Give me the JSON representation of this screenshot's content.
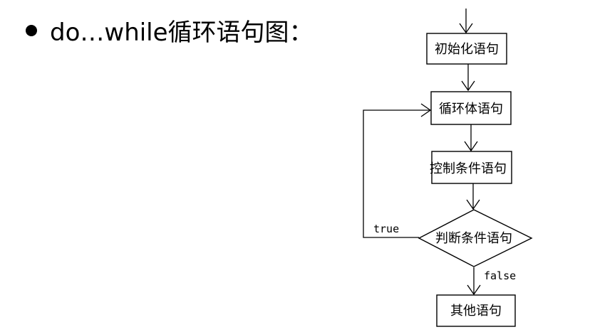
{
  "title": {
    "text": "do…while循环语句图："
  },
  "flowchart": {
    "nodes": {
      "init": "初始化语句",
      "body": "循环体语句",
      "control": "控制条件语句",
      "condition": "判断条件语句",
      "other": "其他语句"
    },
    "edges": {
      "true_label": "true",
      "false_label": "false"
    }
  }
}
